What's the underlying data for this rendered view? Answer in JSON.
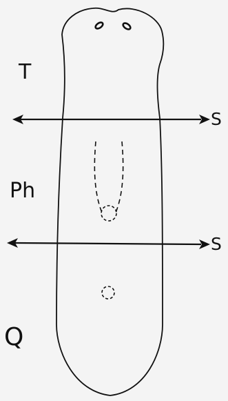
{
  "labels": {
    "anterior_region": "T",
    "pharynx_region": "Ph",
    "posterior_region": "Q"
  },
  "cuts": [
    {
      "label": "S"
    },
    {
      "label": "S"
    }
  ],
  "colors": {
    "background": "#f4f4f4",
    "ink": "#111111"
  }
}
